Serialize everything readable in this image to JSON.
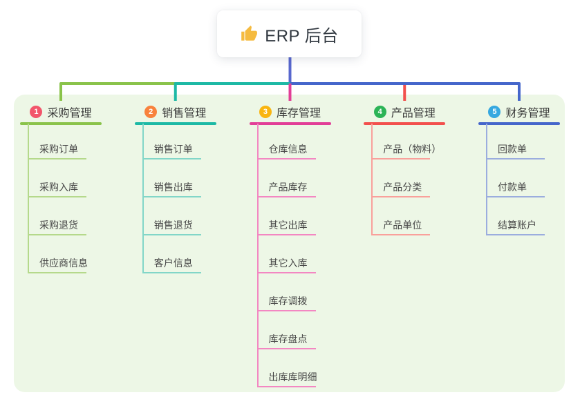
{
  "root": {
    "title": "ERP 后台",
    "icon": "thumbs-up-icon",
    "icon_color": "#f5bb40",
    "stem_color": "#5867ce"
  },
  "panel": {
    "background": "#edf7e6"
  },
  "branches": [
    {
      "badge": "1",
      "label": "采购管理",
      "badge_color": "#f2566b",
      "line_color": "#8ac34a",
      "child_line_color": "#b5d98b",
      "children": [
        "采购订单",
        "采购入库",
        "采购退货",
        "供应商信息"
      ]
    },
    {
      "badge": "2",
      "label": "销售管理",
      "badge_color": "#f8823d",
      "line_color": "#1db9a5",
      "child_line_color": "#82d6c8",
      "children": [
        "销售订单",
        "销售出库",
        "销售退货",
        "客户信息"
      ]
    },
    {
      "badge": "3",
      "label": "库存管理",
      "badge_color": "#f9b511",
      "line_color": "#e23e97",
      "child_line_color": "#f387c2",
      "children": [
        "仓库信息",
        "产品库存",
        "其它出库",
        "其它入库",
        "库存调拨",
        "库存盘点",
        "出库库明细"
      ]
    },
    {
      "badge": "4",
      "label": "产品管理",
      "badge_color": "#2cb457",
      "line_color": "#f2504d",
      "child_line_color": "#f9a09b",
      "children": [
        "产品（物料）",
        "产品分类",
        "产品单位"
      ]
    },
    {
      "badge": "5",
      "label": "财务管理",
      "badge_color": "#36a8e0",
      "line_color": "#4566cb",
      "child_line_color": "#9badde",
      "children": [
        "回款单",
        "付款单",
        "结算账户"
      ]
    }
  ]
}
